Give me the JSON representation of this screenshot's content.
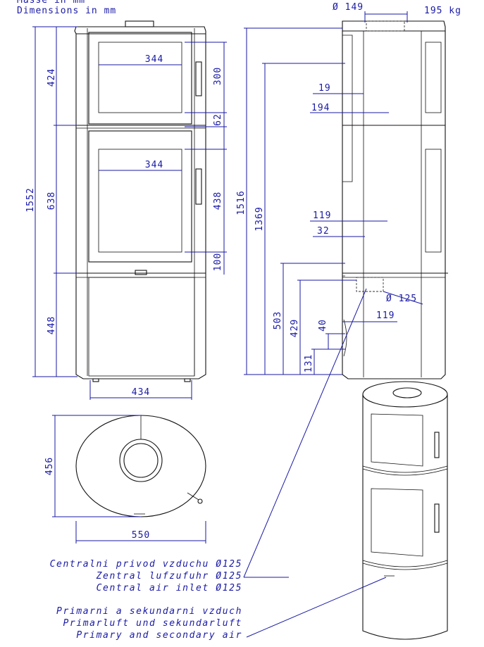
{
  "header": {
    "line1": "Masse in mm",
    "line2": "Dimensions in mm",
    "flue": "Ø 149",
    "weight": "195 kg"
  },
  "front_view": {
    "heights": [
      "424",
      "638",
      "448",
      "1552"
    ],
    "window_widths": [
      "344",
      "344"
    ],
    "side": [
      "300",
      "62",
      "438",
      "100"
    ],
    "width": "434"
  },
  "side_view": {
    "heights": [
      "1516",
      "1369",
      "503",
      "429",
      "131"
    ],
    "offsets_top": [
      "19",
      "194"
    ],
    "offsets_mid": [
      "119",
      "32"
    ],
    "inlet_diameter": "Ø 125",
    "inlet_offset": "119",
    "small_gap": "40"
  },
  "top_view": {
    "depth": "456",
    "width": "550"
  },
  "labels": {
    "central_air": [
      "Centralni privod vzduchu Ø125",
      "Zentral lufzufuhr Ø125",
      "Central air inlet Ø125"
    ],
    "primary_air": [
      "Primarni a sekundarni vzduch",
      "Primarluft und sekundarluft",
      "Primary and secondary air"
    ]
  },
  "colors": {
    "dimension": "#1a1aa6",
    "outline": "#111111"
  }
}
